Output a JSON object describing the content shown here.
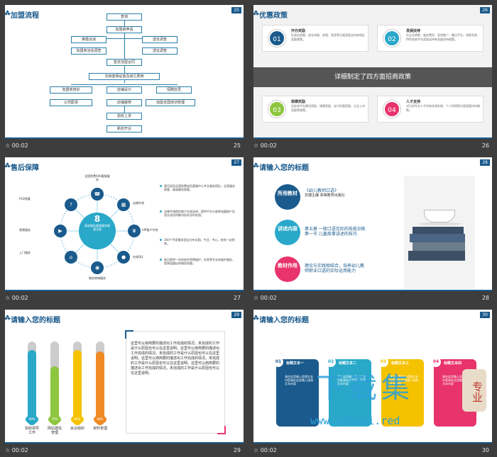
{
  "footer_time": "00:02",
  "slides": {
    "s25": {
      "title": "加盟流程",
      "num": "25",
      "boxes": {
        "b1": "查询",
        "b2": "加盟商申请",
        "b3": "离婚洽谈",
        "b4": "选址调查",
        "b5": "加盟商洽信调查",
        "b6": "选址调查",
        "b7": "签定加盟合同",
        "b8": "交纳金保证金及其它费用",
        "b9": "加盟商培训",
        "b10": "店铺设计",
        "b11": "招聘店员",
        "b12": "公司配货",
        "b13": "店铺装修",
        "b14": "加盟全国培训管理",
        "b15": "验收上货",
        "b16": "新店开业"
      }
    },
    "s26": {
      "title": "优惠政策",
      "num": "26",
      "banner": "详细制定了四方面招商政策",
      "cards": [
        {
          "n": "01",
          "title": "开办奖励",
          "text": "在选址前期、创业申报、房租、免息等方面奖励支持有地区奖励政策。",
          "color": "#1a5a8c"
        },
        {
          "n": "02",
          "title": "发展扶持",
          "text": "在企业销售、服务费用、宣传推广、搬迁平台、贷款利息、特色电商平台奖励支持有发展扶持政策。",
          "color": "#29a8c9"
        },
        {
          "n": "03",
          "title": "规模奖励",
          "text": "设定有平台建设奖励、规模奖励、支付优惠奖励、企业上市奖励等政策。",
          "color": "#8dc63f"
        },
        {
          "n": "04",
          "title": "人才支持",
          "text": "对引进专业人才设有社保补助、个人所得税方面奖励扶持政策。",
          "color": "#e8336d"
        }
      ]
    },
    "s27": {
      "title": "售后保障",
      "num": "27",
      "hub_big": "8",
      "hub_sub": "高效服务渠道服务畅通无阻",
      "nodes": [
        "全国免费400客服服务",
        "店铺专线",
        "VIP客户专线",
        "在线QQ",
        "微信商城服务",
        "上门服务",
        "视频服务",
        "FAQ答疑"
      ],
      "bullets": [
        "我司采用全国免费电话客服中心专业服务团队，全面服务顾客，真诚服务顾客。",
        "店铺专线提供商户在线咨询、提供平台与各种加盟商户信息交流及时解决投诉及时处理。",
        "300个专家服务团队分布全国，专业、专心，给你一站到底。",
        "助力提供一年的软件免费维护，信息等专业的维护服务，提高加盟店的服务质量。"
      ]
    },
    "s28": {
      "title": "请输入您的标题",
      "num": "28",
      "rows": [
        {
          "badge": "所用教材",
          "line1": "《幼儿教师口语》",
          "line2": "苏捷主编  高等教育出版社",
          "color": "#1a5a8c"
        },
        {
          "badge": "讲述内容",
          "line1": "第五章  一般口语交际的技能训练",
          "line2": "第一节  儿童故事讲述的技巧",
          "color": "#29a8c9"
        },
        {
          "badge": "教材作用",
          "line1": "理论与实践相结合，培养幼儿教",
          "line2": "师职业口语的实际运用能力",
          "color": "#e8336d"
        }
      ]
    },
    "s29": {
      "title": "请输入您的标题",
      "num": "29",
      "bars": [
        {
          "pct": "90%",
          "value": 0.9,
          "label": "协助领导工作",
          "color": "#29a8c9"
        },
        {
          "pct": "70%",
          "value": 0.7,
          "label": "网站建信管理",
          "color": "#8dc63f"
        },
        {
          "pct": "90%",
          "value": 0.9,
          "label": "会议组织",
          "color": "#f5c200"
        },
        {
          "pct": "88%",
          "value": 0.88,
          "label": "资料管理",
          "color": "#f08a24"
        }
      ],
      "text": "这里可以用简要的描述出工作完成的情况，未完成的工作是什么原因也可以在这里说明。这里可以用简要的描述出工作完成的情况，未完成的工作是什么原因也可以在这里说明。这里可以用简要的描述出工作完成的情况，未完成的工作是什么原因也可以在这里说明。这里可以用简要的描述出工作完成的情况，未完成的工作是什么原因也可以在这里说明。"
    },
    "s30": {
      "title": "请输入您的标题",
      "num": "30",
      "tabs": [
        {
          "n": "01",
          "title": "标题文本一",
          "body": "请在这里输入段落文本内容请在这里输入段落文本内容",
          "color": "#1a5a8c"
        },
        {
          "n": "02",
          "title": "标题文本二",
          "body": "请在这里输入段落文本内容请在这里输入段落文本内容",
          "color": "#29a8c9"
        },
        {
          "n": "03",
          "title": "标题文本三",
          "body": "请在这里输入段落文本内容请在这里输入段落文本内容",
          "color": "#f5c200"
        },
        {
          "n": "04",
          "title": "标题文本四",
          "body": "请在这里输入段落文本内容请在这里输入段落文本内容",
          "color": "#e8336d"
        }
      ],
      "watermark": {
        "big": "下载集",
        "url": "www.xiazai.red",
        "seal": "专业"
      }
    }
  }
}
